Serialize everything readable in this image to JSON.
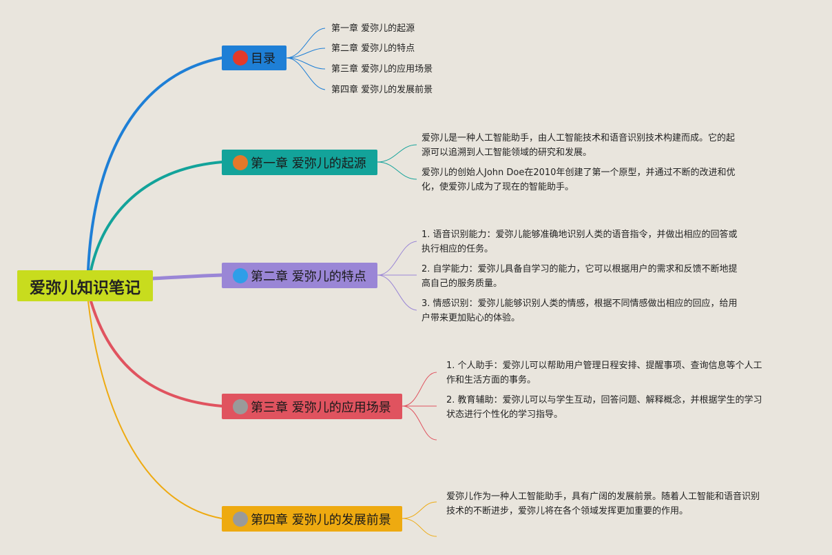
{
  "colors": {
    "background": "#e9e5dd",
    "root": "#c8dc1e",
    "toc": "#1e7fd6",
    "ch1": "#13a39a",
    "ch2": "#9a86d6",
    "ch3": "#e0535f",
    "ch4": "#eeaa10"
  },
  "root": {
    "label": "爱弥儿知识笔记"
  },
  "branches": [
    {
      "id": "toc",
      "badge": "1",
      "label": "目录",
      "children": [
        "第一章 爱弥儿的起源",
        "第二章 爱弥儿的特点",
        "第三章 爱弥儿的应用场景",
        "第四章 爱弥儿的发展前景"
      ]
    },
    {
      "id": "ch1",
      "badge": "2",
      "label": "第一章 爱弥儿的起源",
      "children": [
        [
          "爱弥儿是一种人工智能助手，由人工智能技术和语音识别技术构建而成。它的起",
          "源可以追溯到人工智能领域的研究和发展。"
        ],
        [
          "爱弥儿的创始人John Doe在2010年创建了第一个原型，并通过不断的改进和优",
          "化，使爱弥儿成为了现在的智能助手。"
        ]
      ]
    },
    {
      "id": "ch2",
      "badge": "3",
      "label": "第二章 爱弥儿的特点",
      "children": [
        [
          "1. 语音识别能力：爱弥儿能够准确地识别人类的语音指令，并做出相应的回答或",
          "执行相应的任务。"
        ],
        [
          "2. 自学能力：爱弥儿具备自学习的能力，它可以根据用户的需求和反馈不断地提",
          "高自己的服务质量。"
        ],
        [
          "3. 情感识别：爱弥儿能够识别人类的情感，根据不同情感做出相应的回应，给用",
          "户带来更加贴心的体验。"
        ]
      ]
    },
    {
      "id": "ch3",
      "badge": "4",
      "label": "第三章 爱弥儿的应用场景",
      "children": [
        [
          "1. 个人助手：爱弥儿可以帮助用户管理日程安排、提醒事项、查询信息等个人工",
          "作和生活方面的事务。"
        ],
        [
          "2. 教育辅助：爱弥儿可以与学生互动，回答问题、解释概念，并根据学生的学习",
          "状态进行个性化的学习指导。"
        ]
      ]
    },
    {
      "id": "ch4",
      "badge": "5",
      "label": "第四章 爱弥儿的发展前景",
      "children": [
        [
          "爱弥儿作为一种人工智能助手，具有广阔的发展前景。随着人工智能和语音识别",
          "技术的不断进步，爱弥儿将在各个领域发挥更加重要的作用。"
        ]
      ]
    }
  ]
}
